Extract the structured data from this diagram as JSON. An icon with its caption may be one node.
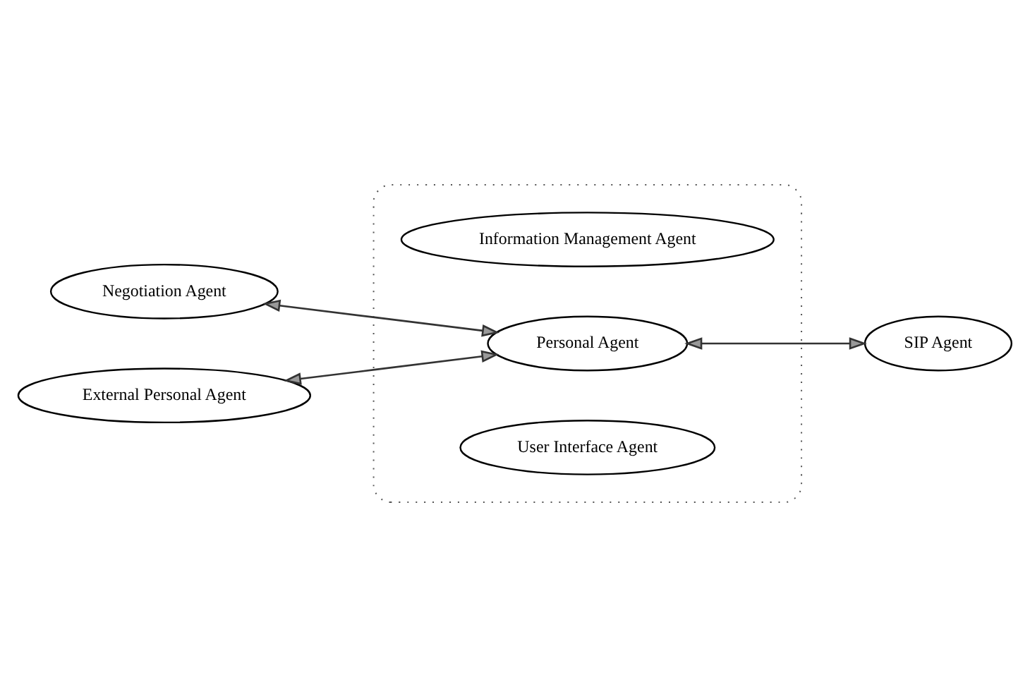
{
  "diagram": {
    "nodes": [
      {
        "text": [],
        "shape": "ellipse"
      },
      {
        "text": [
          "Negotiation Agent"
        ]
      },
      {
        "text": [
          "User Interface Agent"
        ],
        "in": 0
      },
      {
        "text": [
          "Personal Agent"
        ],
        "in": 0
      },
      {
        "text": [
          "SIP Agent"
        ]
      },
      {
        "text": [
          "External Personal Agent"
        ]
      },
      {
        "text": [
          "Information Management Agent"
        ],
        "in": 0
      }
    ],
    "edges": [
      {
        "from": 1,
        "to": 3,
        "arrow": "both"
      },
      {
        "from": 5,
        "to": 3,
        "arrow": "both"
      },
      {
        "from": 3,
        "to": 4,
        "arrow": "both"
      }
    ]
  }
}
